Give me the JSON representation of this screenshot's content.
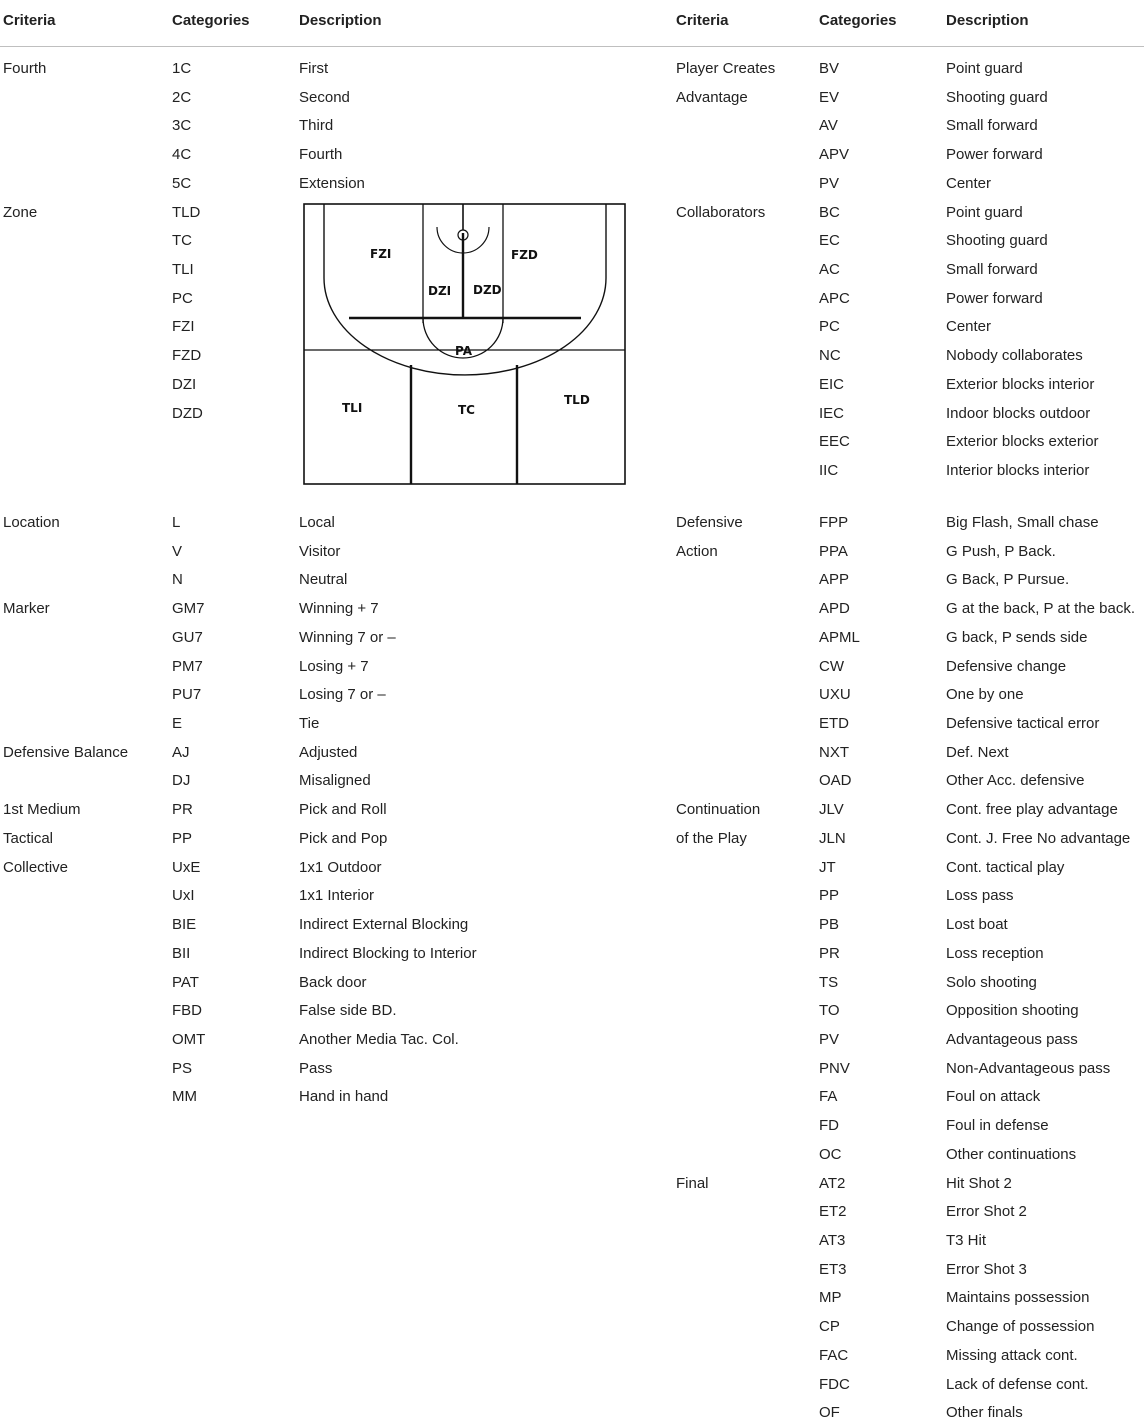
{
  "headers": {
    "left": [
      "Criteria",
      "Categories",
      "Description"
    ],
    "right": [
      "Criteria",
      "Categories",
      "Description"
    ]
  },
  "left_rows": [
    [
      "Fourth",
      "1C",
      "First"
    ],
    [
      "",
      "2C",
      "Second"
    ],
    [
      "",
      "3C",
      "Third"
    ],
    [
      "",
      "4C",
      "Fourth"
    ],
    [
      "",
      "5C",
      "Extension"
    ],
    [
      "Zone",
      "TLD",
      ""
    ],
    [
      "",
      "TC",
      ""
    ],
    [
      "",
      "TLI",
      ""
    ],
    [
      "",
      "PC",
      ""
    ],
    [
      "",
      "FZI",
      ""
    ],
    [
      "",
      "FZD",
      ""
    ],
    [
      "",
      "DZI",
      ""
    ],
    [
      "",
      "DZD",
      ""
    ],
    [
      "Location",
      "L",
      "Local"
    ],
    [
      "",
      "V",
      "Visitor"
    ],
    [
      "",
      "N",
      "Neutral"
    ],
    [
      "Marker",
      "GM7",
      "Winning + 7"
    ],
    [
      "",
      "GU7",
      "Winning 7 or –"
    ],
    [
      "",
      "PM7",
      "Losing + 7"
    ],
    [
      "",
      "PU7",
      "Losing 7 or –"
    ],
    [
      "",
      "E",
      "Tie"
    ],
    [
      "Defensive Balance",
      "AJ",
      "Adjusted"
    ],
    [
      "",
      "DJ",
      "Misaligned"
    ],
    [
      "1st Medium",
      "PR",
      "Pick and Roll"
    ],
    [
      "Tactical",
      "PP",
      "Pick and Pop"
    ],
    [
      "Collective",
      "UxE",
      "1x1 Outdoor"
    ],
    [
      "",
      "UxI",
      "1x1 Interior"
    ],
    [
      "",
      "BIE",
      "Indirect External Blocking"
    ],
    [
      "",
      "BII",
      "Indirect Blocking to Interior"
    ],
    [
      "",
      "PAT",
      "Back door"
    ],
    [
      "",
      "FBD",
      "False side BD."
    ],
    [
      "",
      "OMT",
      "Another Media Tac. Col."
    ],
    [
      "",
      "PS",
      "Pass"
    ],
    [
      "",
      "MM",
      "Hand in hand"
    ]
  ],
  "right_rows": [
    [
      "Player Creates",
      "BV",
      "Point guard"
    ],
    [
      "Advantage",
      "EV",
      "Shooting guard"
    ],
    [
      "",
      "AV",
      "Small forward"
    ],
    [
      "",
      "APV",
      "Power forward"
    ],
    [
      "",
      "PV",
      "Center"
    ],
    [
      "Collaborators",
      "BC",
      "Point guard"
    ],
    [
      "",
      "EC",
      "Shooting guard"
    ],
    [
      "",
      "AC",
      "Small forward"
    ],
    [
      "",
      "APC",
      "Power forward"
    ],
    [
      "",
      "PC",
      "Center"
    ],
    [
      "",
      "NC",
      "Nobody collaborates"
    ],
    [
      "",
      "EIC",
      "Exterior blocks interior"
    ],
    [
      "",
      "IEC",
      "Indoor blocks outdoor"
    ],
    [
      "",
      "EEC",
      "Exterior blocks exterior"
    ],
    [
      "",
      "IIC",
      "Interior blocks interior"
    ],
    [
      "Defensive",
      "FPP",
      "Big Flash, Small chase"
    ],
    [
      "Action",
      "PPA",
      "G Push, P Back."
    ],
    [
      "",
      "APP",
      "G Back, P Pursue."
    ],
    [
      "",
      "APD",
      "G at the back, P at the back."
    ],
    [
      "",
      "APML",
      "G back, P sends side"
    ],
    [
      "",
      "CW",
      "Defensive change"
    ],
    [
      "",
      "UXU",
      "One by one"
    ],
    [
      "",
      "ETD",
      "Defensive tactical error"
    ],
    [
      "",
      "NXT",
      "Def. Next"
    ],
    [
      "",
      "OAD",
      "Other Acc. defensive"
    ],
    [
      "Continuation",
      "JLV",
      "Cont. free play advantage"
    ],
    [
      "of the Play",
      "JLN",
      "Cont. J. Free No advantage"
    ],
    [
      "",
      "JT",
      "Cont. tactical play"
    ],
    [
      "",
      "PP",
      "Loss pass"
    ],
    [
      "",
      "PB",
      "Lost boat"
    ],
    [
      "",
      "PR",
      "Loss reception"
    ],
    [
      "",
      "TS",
      "Solo shooting"
    ],
    [
      "",
      "TO",
      "Opposition shooting"
    ],
    [
      "",
      "PV",
      "Advantageous pass"
    ],
    [
      "",
      "PNV",
      "Non-Advantageous pass"
    ],
    [
      "",
      "FA",
      "Foul on attack"
    ],
    [
      "",
      "FD",
      "Foul in defense"
    ],
    [
      "",
      "OC",
      "Other continuations"
    ],
    [
      "Final",
      "AT2",
      "Hit Shot 2"
    ],
    [
      "",
      "ET2",
      "Error Shot 2"
    ],
    [
      "",
      "AT3",
      "T3 Hit"
    ],
    [
      "",
      "ET3",
      "Error Shot 3"
    ],
    [
      "",
      "MP",
      "Maintains possession"
    ],
    [
      "",
      "CP",
      "Change of possession"
    ],
    [
      "",
      "FAC",
      "Missing attack cont."
    ],
    [
      "",
      "FDC",
      "Lack of defense cont."
    ],
    [
      "",
      "OF",
      "Other finals"
    ]
  ],
  "court_zones": {
    "fzi": "FZI",
    "fzd": "FZD",
    "dzi": "DZI",
    "dzd": "DZD",
    "pa": "PA",
    "tli": "TLI",
    "tc": "TC",
    "tld": "TLD"
  }
}
